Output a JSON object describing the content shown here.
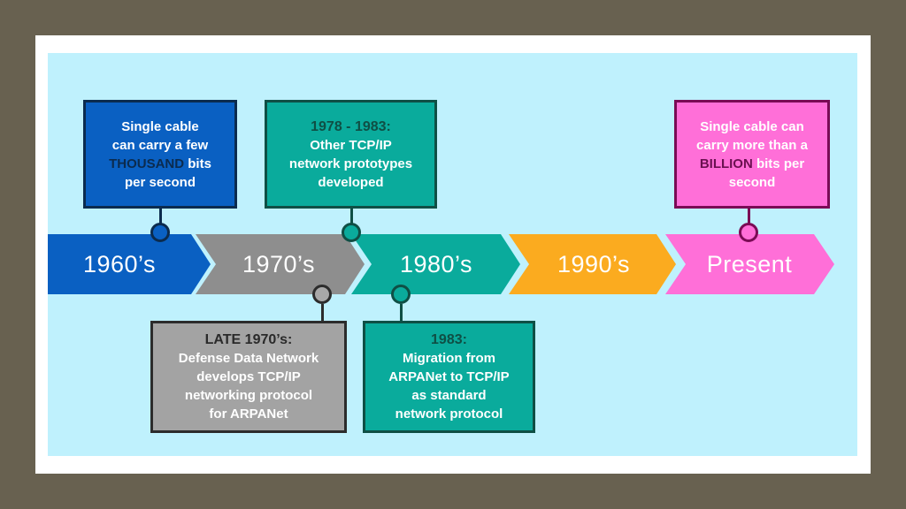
{
  "colors": {
    "frame": "#686150",
    "card": "#ffffff",
    "background": "#bff1fd",
    "blue": "#0a60c2",
    "blue_dark": "#0b2b4e",
    "gray": "#8e8e8e",
    "gray_dark": "#2c2c2c",
    "teal": "#0aab9c",
    "teal_dark": "#0f4f45",
    "orange": "#fbab1f",
    "pink": "#ff6fd8",
    "pink_dark": "#7a0b55"
  },
  "timeline": {
    "eras": [
      {
        "label": "1960’s"
      },
      {
        "label": "1970’s"
      },
      {
        "label": "1980’s"
      },
      {
        "label": "1990’s"
      },
      {
        "label": "Present"
      }
    ]
  },
  "events": {
    "e1960": {
      "line1": "Single cable",
      "line2": "can carry a few",
      "highlight": "THOUSAND",
      "line3_rest": " bits",
      "line4": "per second"
    },
    "e1978": {
      "heading": "1978 - 1983:",
      "line1": "Other TCP/IP",
      "line2": "network prototypes",
      "line3": "developed"
    },
    "ePresent": {
      "line1": "Single cable can",
      "line2": "carry more than a",
      "highlight": "BILLION",
      "line3_rest": " bits per",
      "line4": "second"
    },
    "eLate1970": {
      "heading": "LATE 1970’s:",
      "line1": "Defense Data Network",
      "line2": "develops TCP/IP",
      "line3": "networking protocol",
      "line4": "for ARPANet"
    },
    "e1983": {
      "heading": "1983:",
      "line1": "Migration from",
      "line2": "ARPANet to TCP/IP",
      "line3": "as standard",
      "line4": "network protocol"
    }
  }
}
